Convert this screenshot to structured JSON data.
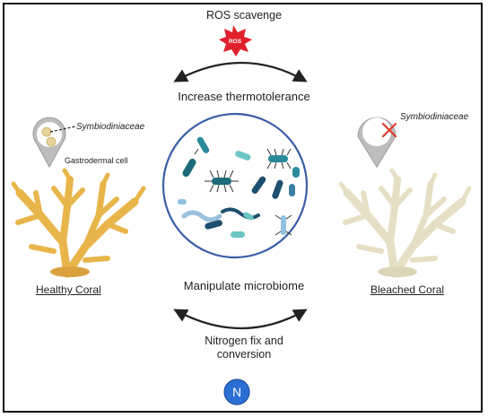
{
  "labels": {
    "ros_scavenge": "ROS scavenge",
    "ros_badge": "ROS",
    "increase_thermotolerance": "Increase thermotolerance",
    "manipulate_microbiome": "Manipulate microbiome",
    "nitrogen_line1": "Nitrogen fix and",
    "nitrogen_line2": "conversion",
    "nitrogen_badge": "N",
    "healthy_coral": "Healthy Coral",
    "bleached_coral": "Bleached Coral",
    "symbiodiniaceae_left": "Symbiodiniaceae",
    "gastrodermal_cell": "Gastrodermal cell",
    "symbiodiniaceae_right": "Symbiodiniaceae"
  },
  "colors": {
    "ros_star": "#e0212b",
    "nitrogen_circle": "#2b6fd4",
    "healthy_coral": "#e8b54a",
    "bleached_coral": "#ece7d2",
    "cross_mark": "#e03a2f",
    "microbiome_ring": "#3a5fa8"
  }
}
